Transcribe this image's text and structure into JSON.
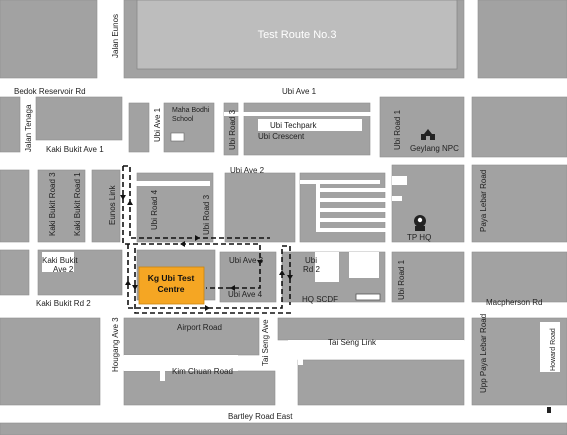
{
  "map": {
    "colors": {
      "block": "#a2a2a2",
      "road": "#ffffff",
      "accent": "#f5a623",
      "route": "#111111"
    },
    "banner": "Test Route No.3",
    "centre": {
      "line1": "Kg Ubi Test",
      "line2": "Centre"
    },
    "roads": {
      "jalan_eunos": "Jalan Eunos",
      "bedok_reservoir": "Bedok Reservoir Rd",
      "ubi_ave1_top": "Ubi Ave 1",
      "jalan_tenaga": "Jalan Tenaga",
      "ubi_ave1_vert": "Ubi Ave 1",
      "maha_bodhi_1": "Maha Bodhi",
      "maha_bodhi_2": "School",
      "ubi_road3_top": "Ubi Road 3",
      "ubi_techpark": "Ubi Techpark",
      "ubi_crescent": "Ubi Crescent",
      "ubi_road1_top": "Ubi Road 1",
      "geylang_npc": "Geylang NPC",
      "kaki_bukit_ave1": "Kaki Bukit Ave 1",
      "ubi_ave2": "Ubi Ave 2",
      "kaki_bukit_road3": "Kaki Bukit Road 3",
      "kaki_bukit_road1": "Kaki Bukit Road 1",
      "eunos_link": "Eunos Link",
      "ubi_road4": "Ubi Road 4",
      "ubi_road3_mid": "Ubi Road 3",
      "tp_hq": "TP HQ",
      "paya_lebar_road": "Paya Lebar Road",
      "kaki_bukit_ave2_1": "Kaki Bukit",
      "kaki_bukit_ave2_2": "Ave 2",
      "ubi_ave3": "Ubi Ave 3",
      "ubi_rd2_1": "Ubi",
      "ubi_rd2_2": "Rd 2",
      "ubi_road1_bottom": "Ubi Road 1",
      "kaki_bukit_rd2": "Kaki Bukit Rd 2",
      "ubi_ave4": "Ubi Ave 4",
      "hq_scdf": "HQ SCDF",
      "macpherson_rd": "Macpherson Rd",
      "airport_road": "Airport Road",
      "tai_seng_ave": "Tai Seng Ave",
      "tai_seng_link": "Tai Seng Link",
      "hougang_ave3": "Hougang Ave 3",
      "kim_chuan_road": "Kim Chuan Road",
      "upp_paya_lebar": "Upp Paya Lebar Road",
      "howard_road": "Howard Road",
      "bartley_road_east": "Bartley Road East"
    },
    "icons": [
      "temple-icon",
      "police-icon"
    ]
  }
}
